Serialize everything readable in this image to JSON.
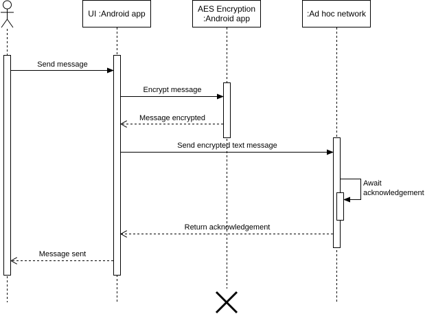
{
  "participants": [
    {
      "id": "actor",
      "label": ""
    },
    {
      "id": "ui",
      "label": "UI :Android app"
    },
    {
      "id": "aes",
      "label_line1": "AES Encryption",
      "label_line2": ":Android app"
    },
    {
      "id": "net",
      "label": ":Ad hoc network"
    }
  ],
  "messages": [
    {
      "label": "Send message",
      "style": "sync"
    },
    {
      "label": "Encrypt message",
      "style": "sync"
    },
    {
      "label": "Message encrypted",
      "style": "return"
    },
    {
      "label": "Send encrypted text message",
      "style": "sync"
    },
    {
      "label": "Return acknowledgement",
      "style": "return"
    },
    {
      "label": "Message sent",
      "style": "return"
    }
  ],
  "self_message": {
    "label_line1": "Await",
    "label_line2": "acknowledgement"
  },
  "destruction": {
    "participant": "aes",
    "icon": "x-destroy-icon"
  },
  "colors": {
    "line": "#000000",
    "background": "#ffffff"
  }
}
